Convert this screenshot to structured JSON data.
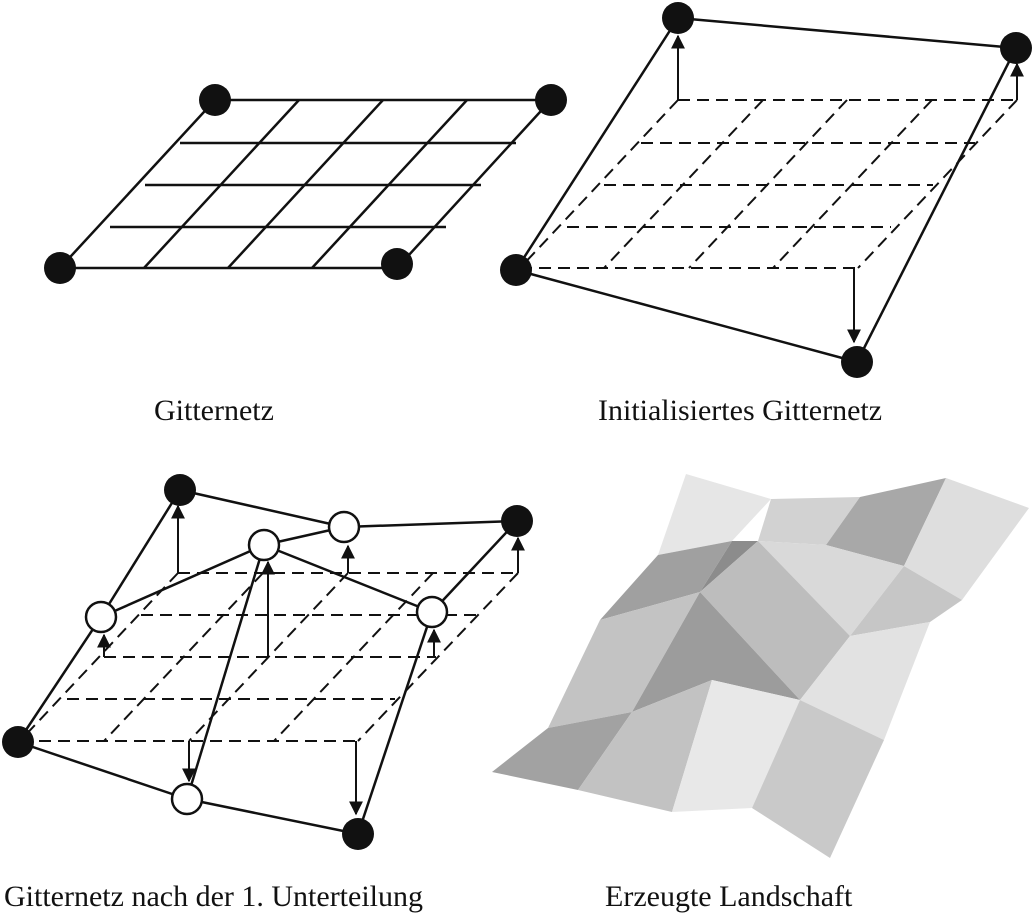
{
  "captions": {
    "grid": "Gitternetz",
    "initialized": "Initialisiertes Gitternetz",
    "subdivided": "Gitternetz nach der 1. Unterteilung",
    "landscape": "Erzeugte Landschaft"
  },
  "colors": {
    "line": "#111111",
    "node_fixed": "#111111",
    "node_new": "#ffffff"
  }
}
